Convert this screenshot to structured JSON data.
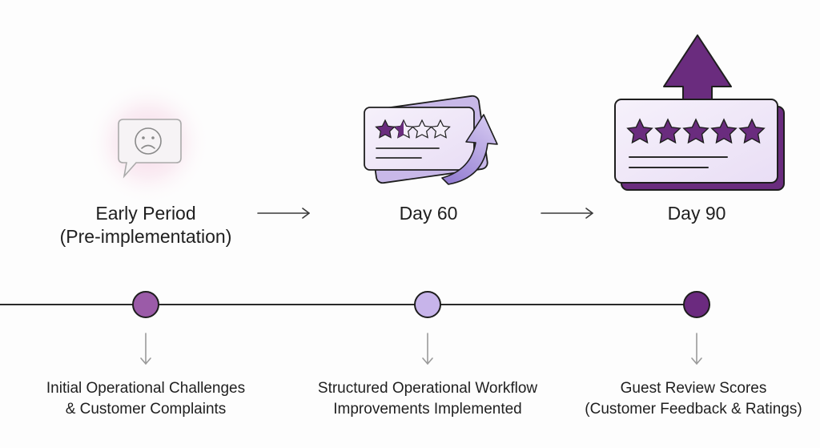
{
  "stages": [
    {
      "title_lines": [
        "Early Period",
        "(Pre-implementation)"
      ],
      "icon": "sad-face-chat-icon",
      "caption_lines": [
        "Initial Operational Challenges",
        "& Customer Complaints"
      ]
    },
    {
      "title_lines": [
        "Day 60"
      ],
      "icon": "review-card-rising-arrow-icon",
      "rating_stars": 1.5,
      "rating_max": 5,
      "caption_lines": [
        "Structured Operational Workflow",
        "Improvements Implemented"
      ]
    },
    {
      "title_lines": [
        "Day 90"
      ],
      "icon": "review-card-up-arrow-icon",
      "rating_stars": 5,
      "rating_max": 5,
      "caption_lines": [
        "Guest Review Scores",
        "(Customer Feedback & Ratings)"
      ]
    }
  ],
  "colors": {
    "timeline": "#2a2a2a",
    "node_1": "#9b5ba8",
    "node_2": "#c7b4ea",
    "node_3": "#6b2a7f",
    "star_fill": "#6a2c7e",
    "card_back": "#c5b4e6",
    "card_front": "#f1eaf8",
    "arrow_purple": "#6a2c7e",
    "arrow_light": "#ab97dc",
    "glow": "#f0c8dc",
    "pointer_gray": "#9a9a9a"
  }
}
